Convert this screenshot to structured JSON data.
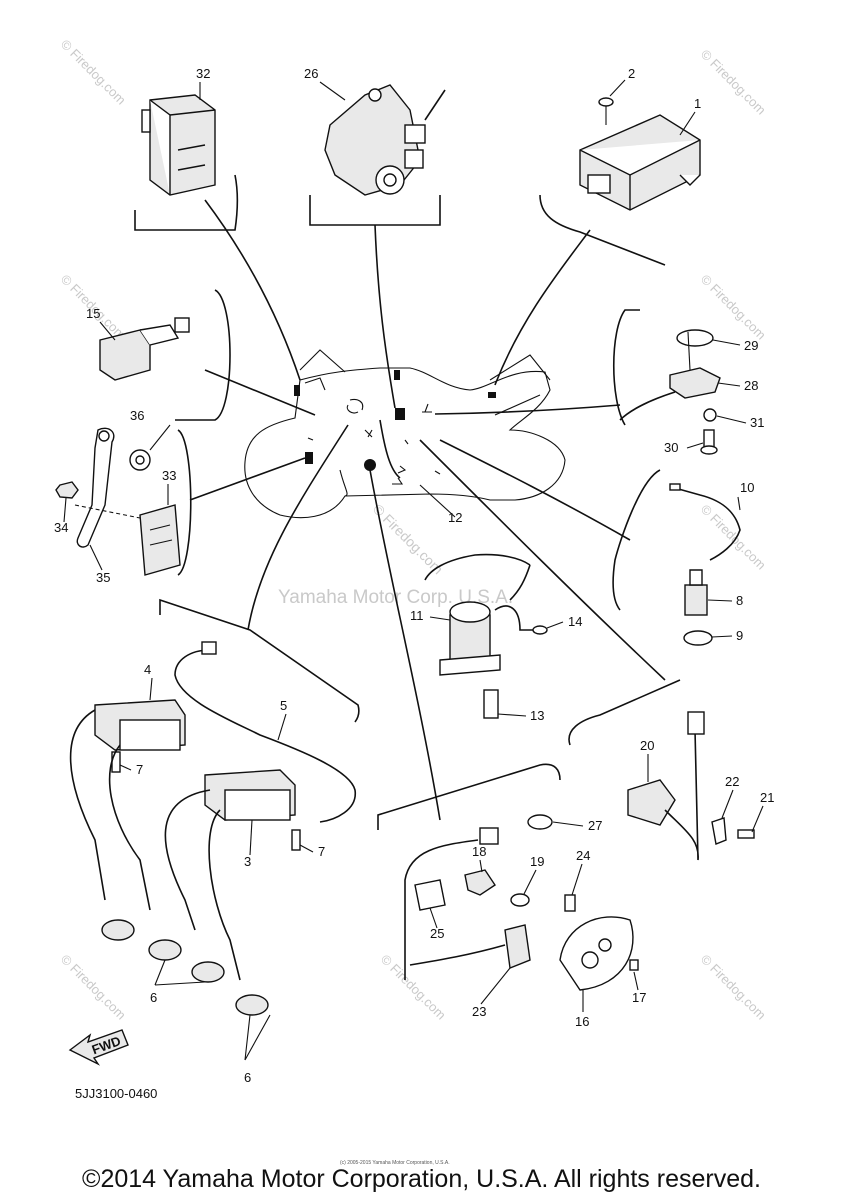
{
  "diagram": {
    "callouts": {
      "c1": "1",
      "c2": "2",
      "c3": "3",
      "c4": "4",
      "c5": "5",
      "c6a": "6",
      "c6b": "6",
      "c7a": "7",
      "c7b": "7",
      "c8": "8",
      "c9": "9",
      "c10": "10",
      "c11": "11",
      "c12": "12",
      "c13": "13",
      "c14": "14",
      "c15": "15",
      "c16": "16",
      "c17": "17",
      "c18": "18",
      "c19": "19",
      "c20": "20",
      "c21": "21",
      "c22": "22",
      "c23": "23",
      "c24": "24",
      "c25": "25",
      "c26": "26",
      "c27": "27",
      "c28": "28",
      "c29": "29",
      "c30": "30",
      "c31": "31",
      "c32": "32",
      "c33": "33",
      "c34": "34",
      "c35": "35",
      "c36": "36"
    },
    "fwd_label": "FWD",
    "drawing_code": "5JJ3100-0460",
    "watermark_center": "Yamaha Motor Corp. U.S.A.",
    "watermark_site": "© Firedog.com"
  },
  "footer": {
    "copyright": "©2014 Yamaha Motor Corporation, U.S.A. All rights reserved.",
    "small_print": "(c) 2005-2015 Yamaha Motor Corporation, U.S.A."
  }
}
